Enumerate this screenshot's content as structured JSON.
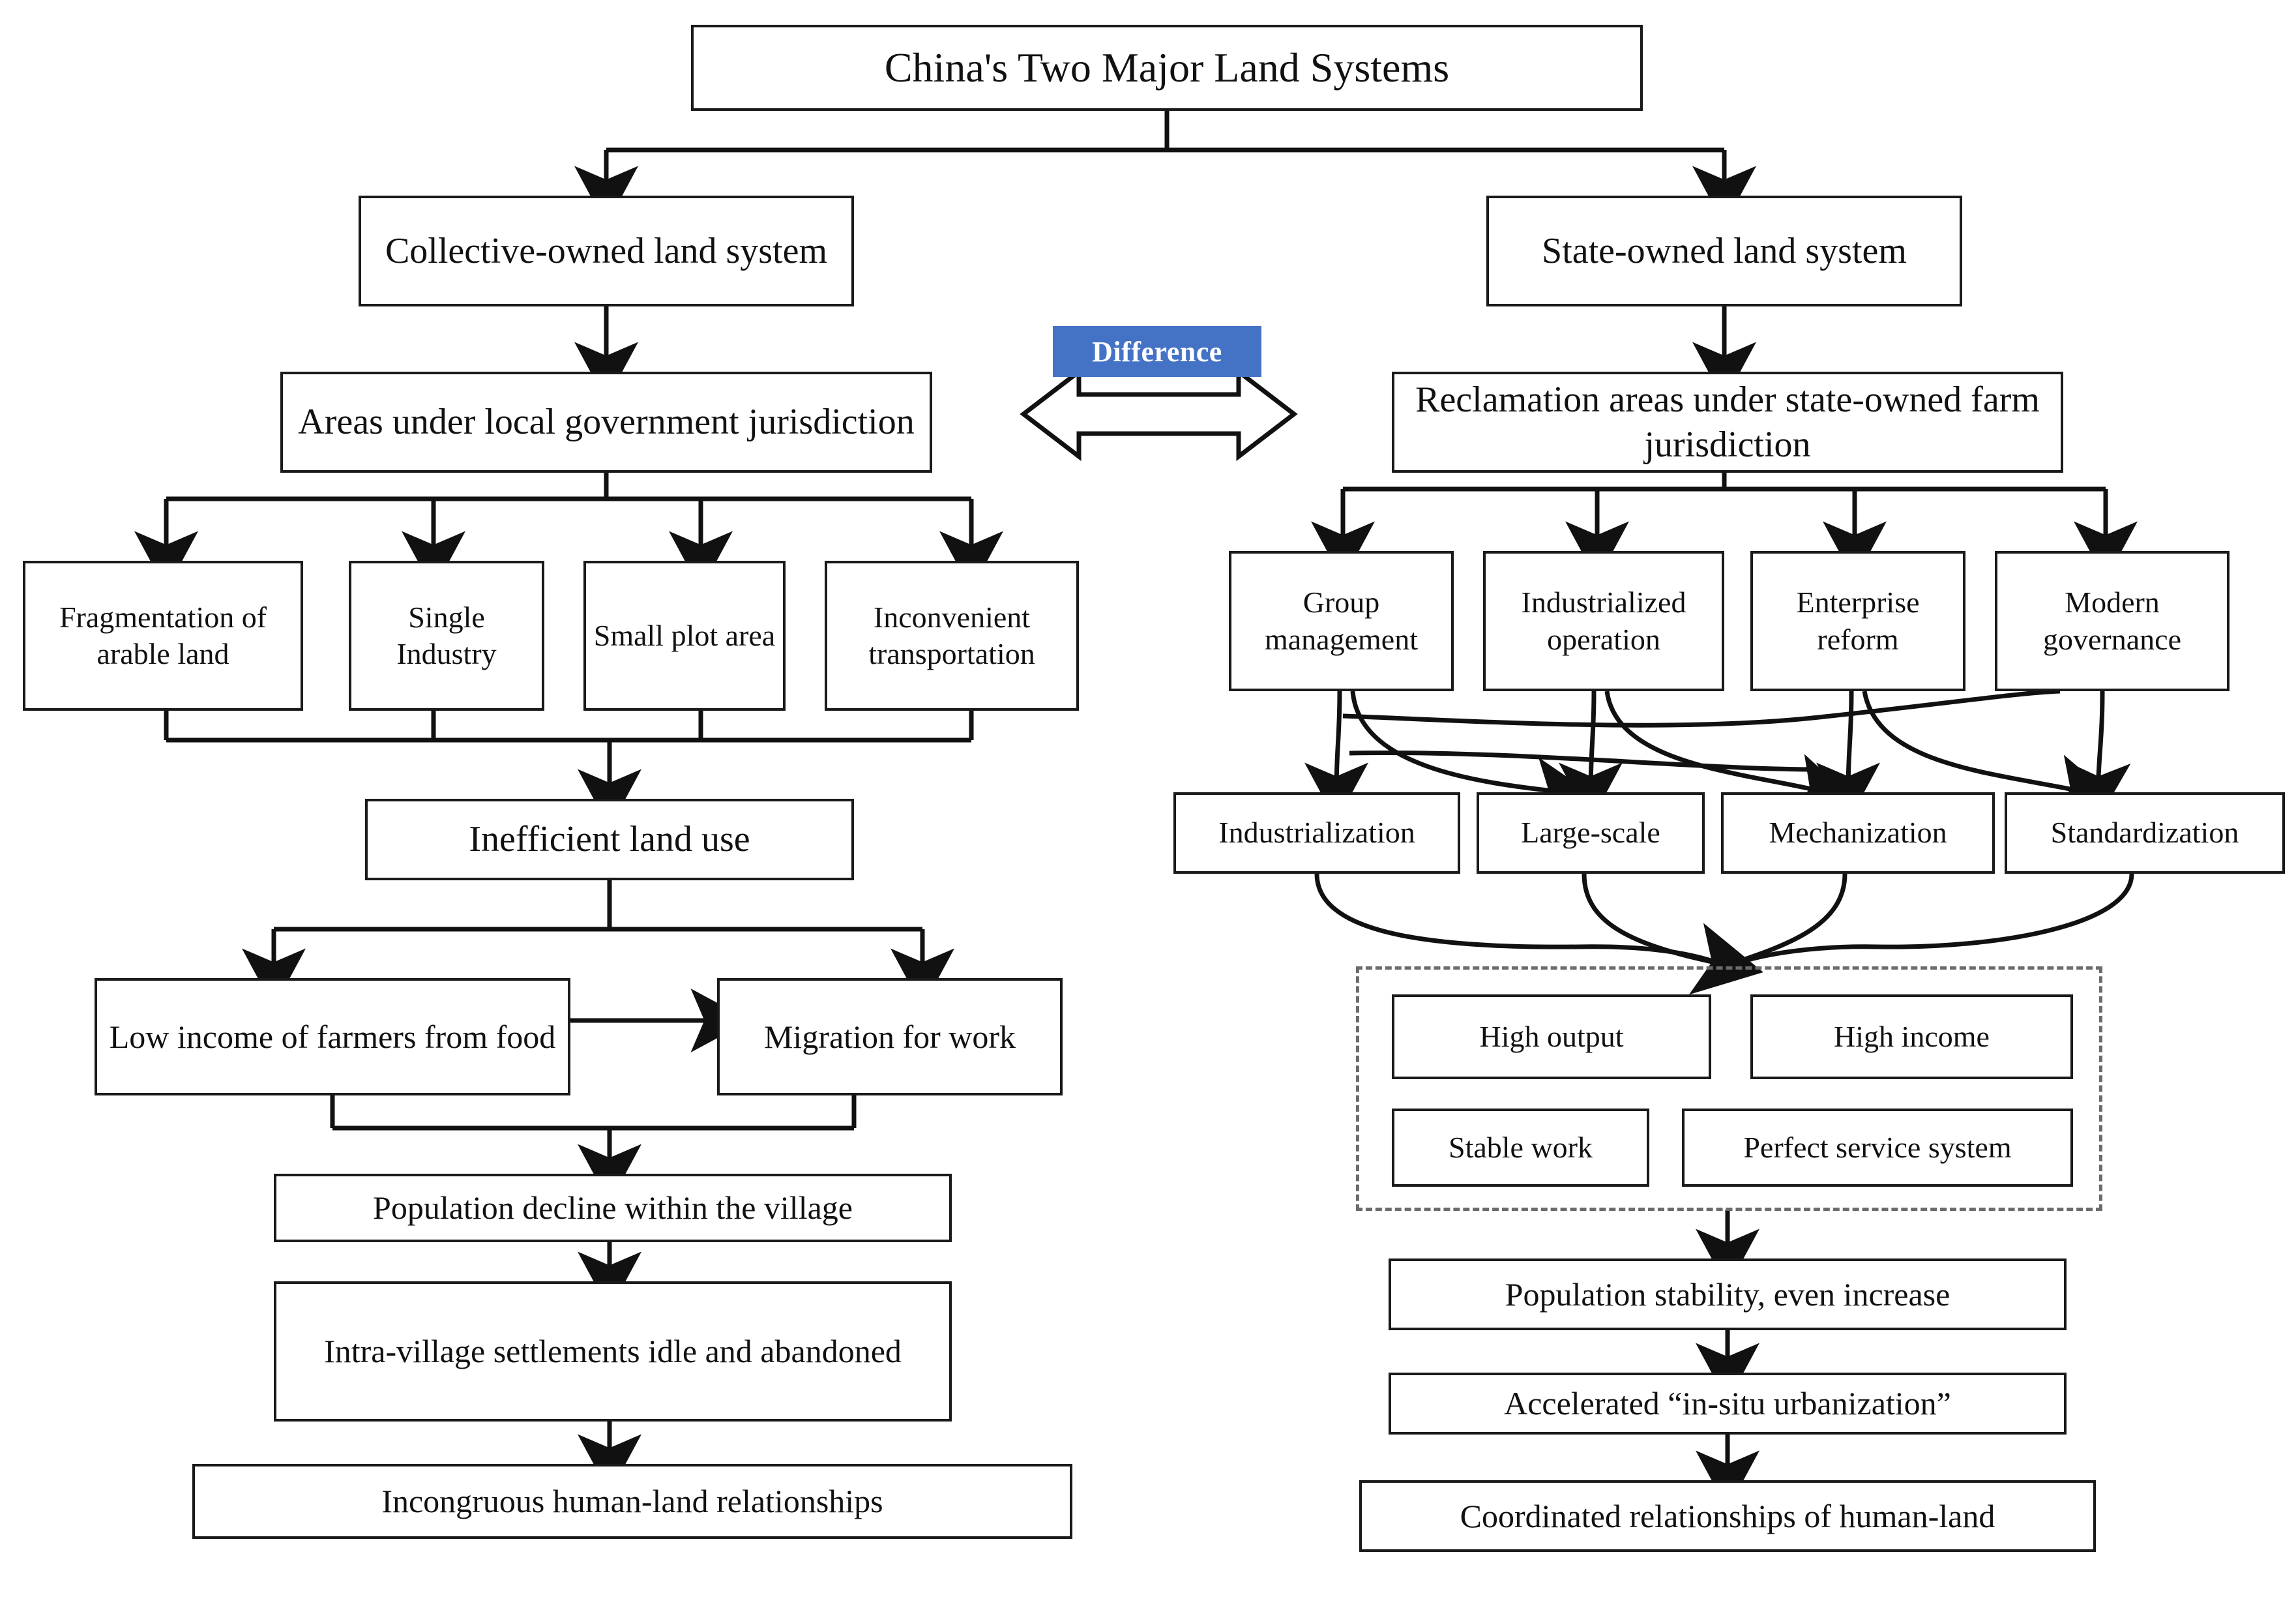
{
  "diagram": {
    "title": "China's Two Major Land Systems",
    "middle_label": "Difference",
    "left_branch": {
      "root": "Collective-owned land system",
      "jurisdiction": "Areas under local government jurisdiction",
      "factors": [
        "Fragmentation of arable land",
        "Single Industry",
        "Small plot area",
        "Inconvenient transportation"
      ],
      "outcome": "Inefficient land use",
      "effects": [
        "Low income of farmers from food",
        "Migration for work"
      ],
      "chain": [
        "Population decline within the village",
        "Intra-village settlements idle and abandoned",
        "Incongruous human-land relationships"
      ]
    },
    "right_branch": {
      "root": "State-owned land system",
      "jurisdiction": "Reclamation areas under state-owned farm jurisdiction",
      "measures": [
        "Group management",
        "Industrialized operation",
        "Enterprise reform",
        "Modern governance"
      ],
      "results": [
        "Industrialization",
        "Large-scale",
        "Mechanization",
        "Standardization"
      ],
      "benefits": [
        "High output",
        "High income",
        "Stable work",
        "Perfect service system"
      ],
      "chain": [
        "Population stability, even increase",
        "Accelerated  “in-situ urbanization”",
        "Coordinated relationships of human-land"
      ]
    },
    "colors": {
      "accent": "#4472c4",
      "box_border": "#1a1a1a",
      "dashed_border": "#6b6b6b",
      "background": "#ffffff"
    }
  }
}
